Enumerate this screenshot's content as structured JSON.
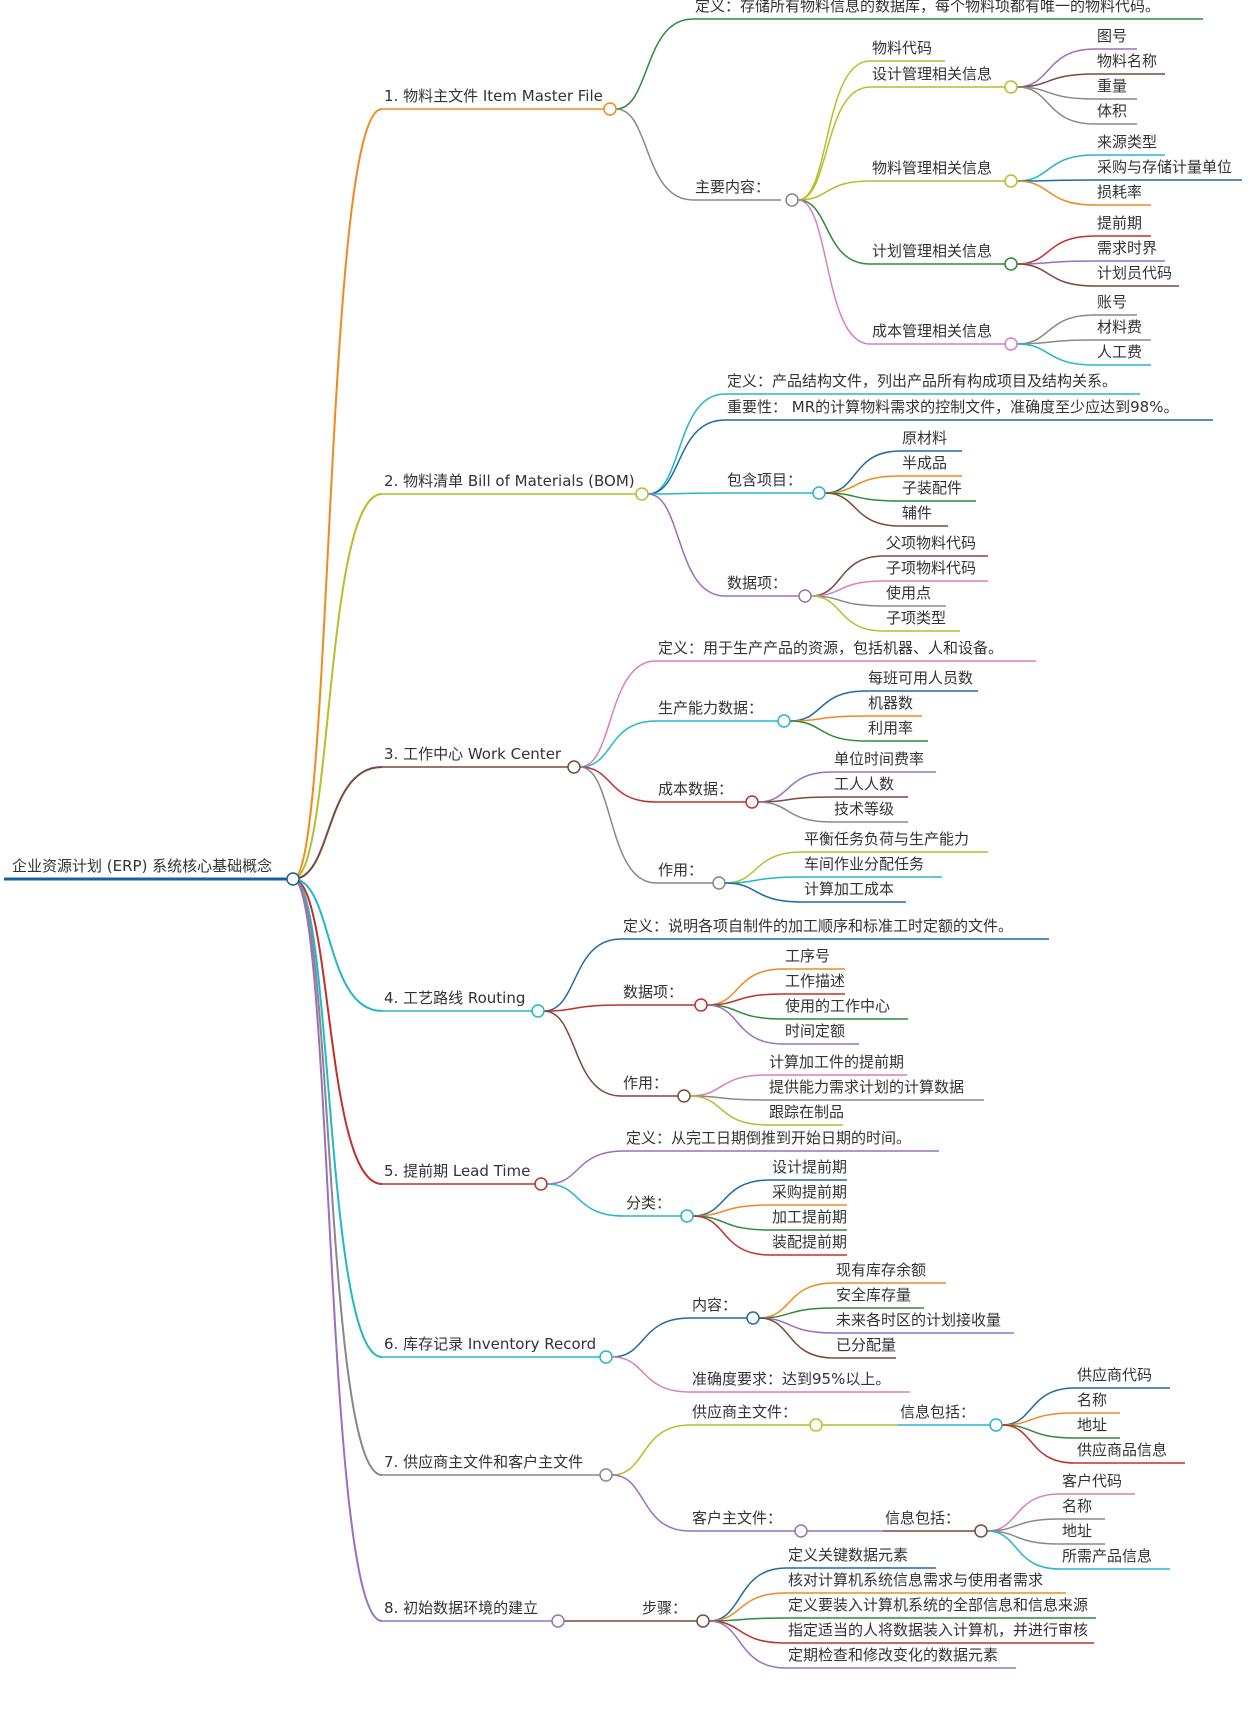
{
  "root": {
    "label": "企业资源计划 (ERP) 系统核心基础概念"
  },
  "colors": {
    "root": "#1a5f9e",
    "orange": "#f08a1c",
    "olive": "#b6bf2a",
    "brown": "#7a4a3a",
    "teal": "#22b8c8",
    "red": "#c0302b",
    "gray": "#888888",
    "purple": "#9b6fbf",
    "blue": "#1f6aa5",
    "green": "#3a9c3a",
    "pink": "#d97fbf",
    "darkgreen": "#2f8a3a"
  },
  "branches": [
    {
      "label": "1. 物料主文件 Item Master File",
      "children": [
        {
          "label": "定义：存储所有物料信息的数据库，每个物料项都有唯一的物料代码。"
        },
        {
          "label": "主要内容：",
          "children": [
            {
              "label": "物料代码"
            },
            {
              "label": "设计管理相关信息",
              "children": [
                {
                  "label": "图号"
                },
                {
                  "label": "物料名称"
                },
                {
                  "label": "重量"
                },
                {
                  "label": "体积"
                }
              ]
            },
            {
              "label": "物料管理相关信息",
              "children": [
                {
                  "label": "来源类型"
                },
                {
                  "label": "采购与存储计量单位"
                },
                {
                  "label": "损耗率"
                }
              ]
            },
            {
              "label": "计划管理相关信息",
              "children": [
                {
                  "label": "提前期"
                },
                {
                  "label": "需求时界"
                },
                {
                  "label": "计划员代码"
                }
              ]
            },
            {
              "label": "成本管理相关信息",
              "children": [
                {
                  "label": "账号"
                },
                {
                  "label": "材料费"
                },
                {
                  "label": "人工费"
                }
              ]
            }
          ]
        }
      ]
    },
    {
      "label": "2. 物料清单 Bill of Materials (BOM)",
      "children": [
        {
          "label": "定义：产品结构文件，列出产品所有构成项目及结构关系。"
        },
        {
          "label": "重要性： MR的计算物料需求的控制文件，准确度至少应达到98%。"
        },
        {
          "label": "包含项目：",
          "children": [
            {
              "label": "原材料"
            },
            {
              "label": "半成品"
            },
            {
              "label": "子装配件"
            },
            {
              "label": "辅件"
            }
          ]
        },
        {
          "label": "数据项：",
          "children": [
            {
              "label": "父项物料代码"
            },
            {
              "label": "子项物料代码"
            },
            {
              "label": "使用点"
            },
            {
              "label": "子项类型"
            }
          ]
        }
      ]
    },
    {
      "label": "3. 工作中心 Work Center",
      "children": [
        {
          "label": "定义：用于生产产品的资源，包括机器、人和设备。"
        },
        {
          "label": "生产能力数据：",
          "children": [
            {
              "label": "每班可用人员数"
            },
            {
              "label": "机器数"
            },
            {
              "label": "利用率"
            }
          ]
        },
        {
          "label": "成本数据：",
          "children": [
            {
              "label": "单位时间费率"
            },
            {
              "label": "工人人数"
            },
            {
              "label": "技术等级"
            }
          ]
        },
        {
          "label": "作用：",
          "children": [
            {
              "label": "平衡任务负荷与生产能力"
            },
            {
              "label": "车间作业分配任务"
            },
            {
              "label": "计算加工成本"
            }
          ]
        }
      ]
    },
    {
      "label": "4. 工艺路线 Routing",
      "children": [
        {
          "label": "定义：说明各项自制件的加工顺序和标准工时定额的文件。"
        },
        {
          "label": "数据项：",
          "children": [
            {
              "label": "工序号"
            },
            {
              "label": "工作描述"
            },
            {
              "label": "使用的工作中心"
            },
            {
              "label": "时间定额"
            }
          ]
        },
        {
          "label": "作用：",
          "children": [
            {
              "label": "计算加工件的提前期"
            },
            {
              "label": "提供能力需求计划的计算数据"
            },
            {
              "label": "跟踪在制品"
            }
          ]
        }
      ]
    },
    {
      "label": "5. 提前期 Lead Time",
      "children": [
        {
          "label": "定义：从完工日期倒推到开始日期的时间。"
        },
        {
          "label": "分类：",
          "children": [
            {
              "label": "设计提前期"
            },
            {
              "label": "采购提前期"
            },
            {
              "label": "加工提前期"
            },
            {
              "label": "装配提前期"
            }
          ]
        }
      ]
    },
    {
      "label": "6. 库存记录 Inventory Record",
      "children": [
        {
          "label": "内容：",
          "children": [
            {
              "label": "现有库存余额"
            },
            {
              "label": "安全库存量"
            },
            {
              "label": "未来各时区的计划接收量"
            },
            {
              "label": "已分配量"
            }
          ]
        },
        {
          "label": "准确度要求：达到95%以上。"
        }
      ]
    },
    {
      "label": "7. 供应商主文件和客户主文件",
      "children": [
        {
          "label": "供应商主文件：",
          "children": [
            {
              "label": "信息包括：",
              "children": [
                {
                  "label": "供应商代码"
                },
                {
                  "label": "名称"
                },
                {
                  "label": "地址"
                },
                {
                  "label": "供应商品信息"
                }
              ]
            }
          ]
        },
        {
          "label": "客户主文件：",
          "children": [
            {
              "label": "信息包括：",
              "children": [
                {
                  "label": "客户代码"
                },
                {
                  "label": "名称"
                },
                {
                  "label": "地址"
                },
                {
                  "label": "所需产品信息"
                }
              ]
            }
          ]
        }
      ]
    },
    {
      "label": "8. 初始数据环境的建立",
      "children": [
        {
          "label": "步骤：",
          "children": [
            {
              "label": "定义关键数据元素"
            },
            {
              "label": "核对计算机系统信息需求与使用者需求"
            },
            {
              "label": "定义要装入计算机系统的全部信息和信息来源"
            },
            {
              "label": "指定适当的人将数据装入计算机，并进行审核"
            },
            {
              "label": "定期检查和修改变化的数据元素"
            }
          ]
        }
      ]
    }
  ]
}
